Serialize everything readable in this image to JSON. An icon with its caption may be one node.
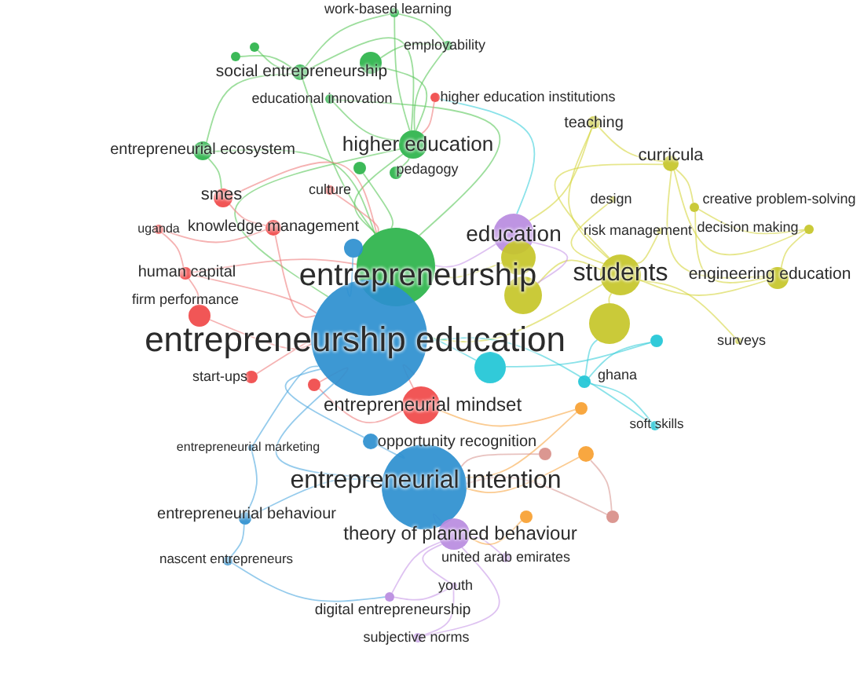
{
  "diagram": {
    "nodes": [
      {
        "text": [
          "work-based learning"
        ]
      },
      {
        "text": [
          "employability"
        ]
      },
      {
        "text": [
          "social entrepreneurship"
        ]
      },
      {
        "text": [
          "educational innovation"
        ]
      },
      {
        "text": [
          "higher education institutions"
        ]
      },
      {
        "text": [
          "higher education"
        ]
      },
      {
        "text": [
          "pedagogy"
        ]
      },
      {
        "text": [
          "entrepreneurial ecosystem"
        ]
      },
      {
        "text": [
          "teaching"
        ]
      },
      {
        "text": [
          "curricula"
        ]
      },
      {
        "text": [
          "culture"
        ]
      },
      {
        "text": [
          "smes"
        ]
      },
      {
        "text": [
          "design"
        ]
      },
      {
        "text": [
          "creative problem-solving"
        ]
      },
      {
        "text": [
          "risk management"
        ]
      },
      {
        "text": [
          "decision making"
        ]
      },
      {
        "text": [
          "uganda"
        ]
      },
      {
        "text": [
          "knowledge management"
        ]
      },
      {
        "text": [
          "education"
        ]
      },
      {
        "text": [
          "human capital"
        ]
      },
      {
        "text": [
          "entrepreneurship"
        ]
      },
      {
        "text": [
          "students"
        ]
      },
      {
        "text": [
          "engineering education"
        ]
      },
      {
        "text": [
          "firm performance"
        ]
      },
      {
        "text": [
          "entrepreneurship education"
        ]
      },
      {
        "text": [
          "surveys"
        ]
      },
      {
        "text": [
          "start-ups"
        ]
      },
      {
        "text": [
          "entrepreneurial mindset"
        ]
      },
      {
        "text": [
          "ghana"
        ]
      },
      {
        "text": [
          "entrepreneurial marketing"
        ]
      },
      {
        "text": [
          "opportunity recognition"
        ]
      },
      {
        "text": [
          "soft skills"
        ]
      },
      {
        "text": [
          "entrepreneurial intention"
        ]
      },
      {
        "text": [
          "entrepreneurial behaviour"
        ]
      },
      {
        "text": [
          "theory of planned behaviour"
        ]
      },
      {
        "text": [
          "united arab emirates"
        ]
      },
      {
        "text": [
          "nascent entrepreneurs"
        ]
      },
      {
        "text": [
          "youth"
        ]
      },
      {
        "text": [
          "digital entrepreneurship"
        ]
      },
      {
        "text": [
          "subjective norms"
        ]
      },
      {
        "text": [],
        "shape": "circle"
      },
      {
        "text": [],
        "shape": "circle"
      },
      {
        "text": [],
        "shape": "circle"
      },
      {
        "text": [],
        "shape": "circle"
      },
      {
        "text": [],
        "shape": "circle"
      },
      {
        "text": [],
        "shape": "circle"
      },
      {
        "text": [],
        "shape": "circle"
      },
      {
        "text": [],
        "shape": "circle"
      },
      {
        "text": [],
        "shape": "circle"
      },
      {
        "text": [],
        "shape": "circle"
      },
      {
        "text": [],
        "shape": "circle"
      },
      {
        "text": [],
        "shape": "circle"
      },
      {
        "text": [],
        "shape": "circle"
      },
      {
        "text": [],
        "shape": "circle"
      },
      {
        "text": [],
        "shape": "circle"
      },
      {
        "text": [],
        "shape": "circle"
      }
    ],
    "edges": [
      {
        "from": 0,
        "to": 1,
        "arrow": "none",
        "color": "#5cc85c"
      },
      {
        "from": 0,
        "to": 5,
        "arrow": "none",
        "color": "#5cc85c"
      },
      {
        "from": 1,
        "to": 5,
        "arrow": "none",
        "color": "#5cc85c"
      },
      {
        "from": 1,
        "to": 53,
        "arrow": "none",
        "color": "#5cc85c"
      },
      {
        "from": 2,
        "to": 7,
        "arrow": "none",
        "color": "#5cc85c"
      },
      {
        "from": 2,
        "to": 5,
        "arrow": "none",
        "color": "#5cc85c"
      },
      {
        "from": 2,
        "to": 20,
        "arrow": "none",
        "color": "#5cc85c"
      },
      {
        "from": 2,
        "to": 51,
        "arrow": "none",
        "color": "#5cc85c"
      },
      {
        "from": 2,
        "to": 52,
        "arrow": "none",
        "color": "#5cc85c"
      },
      {
        "from": 3,
        "to": 5,
        "arrow": "none",
        "color": "#5cc85c"
      },
      {
        "from": 3,
        "to": 20,
        "arrow": "none",
        "color": "#5cc85c"
      },
      {
        "from": 5,
        "to": 20,
        "arrow": "none",
        "color": "#5cc85c"
      },
      {
        "from": 5,
        "to": 24,
        "arrow": "none",
        "color": "#5cc85c"
      },
      {
        "from": 7,
        "to": 20,
        "arrow": "none",
        "color": "#5cc85c"
      },
      {
        "from": 7,
        "to": 11,
        "arrow": "none",
        "color": "#5cc85c"
      },
      {
        "from": 53,
        "to": 5,
        "arrow": "none",
        "color": "#5cc85c"
      },
      {
        "from": 55,
        "to": 20,
        "arrow": "none",
        "color": "#5cc85c"
      },
      {
        "from": 6,
        "to": 5,
        "arrow": "none",
        "color": "#5cc85c"
      },
      {
        "from": 0,
        "to": 2,
        "arrow": "none",
        "color": "#5cc85c"
      },
      {
        "from": 11,
        "to": 17,
        "arrow": "none",
        "color": "#ef7f7f"
      },
      {
        "from": 11,
        "to": 20,
        "arrow": "none",
        "color": "#ef7f7f"
      },
      {
        "from": 16,
        "to": 17,
        "arrow": "none",
        "color": "#ef7f7f"
      },
      {
        "from": 17,
        "to": 24,
        "arrow": "none",
        "color": "#ef7f7f"
      },
      {
        "from": 19,
        "to": 24,
        "arrow": "none",
        "color": "#ef7f7f"
      },
      {
        "from": 19,
        "to": 20,
        "arrow": "none",
        "color": "#ef7f7f"
      },
      {
        "from": 23,
        "to": 24,
        "arrow": "none",
        "color": "#ef7f7f"
      },
      {
        "from": 26,
        "to": 24,
        "arrow": "none",
        "color": "#ef7f7f"
      },
      {
        "from": 10,
        "to": 20,
        "arrow": "none",
        "color": "#ef7f7f"
      },
      {
        "from": 4,
        "to": 5,
        "arrow": "none",
        "color": "#ef7f7f"
      },
      {
        "from": 27,
        "to": 24,
        "arrow": "none",
        "color": "#ef7f7f"
      },
      {
        "from": 27,
        "to": 50,
        "arrow": "none",
        "color": "#ef7f7f"
      },
      {
        "from": 50,
        "to": 24,
        "arrow": "none",
        "color": "#ef7f7f"
      },
      {
        "from": 16,
        "to": 19,
        "arrow": "none",
        "color": "#ef7f7f"
      },
      {
        "from": 23,
        "to": 19,
        "arrow": "none",
        "color": "#ef7f7f"
      },
      {
        "from": 24,
        "to": 32,
        "arrow": "none",
        "color": "#4fa8e0"
      },
      {
        "from": 32,
        "to": 30,
        "arrow": "none",
        "color": "#4fa8e0"
      },
      {
        "from": 33,
        "to": 32,
        "arrow": "none",
        "color": "#4fa8e0"
      },
      {
        "from": 36,
        "to": 33,
        "arrow": "none",
        "color": "#4fa8e0"
      },
      {
        "from": 29,
        "to": 33,
        "arrow": "none",
        "color": "#4fa8e0"
      },
      {
        "from": 44,
        "to": 24,
        "arrow": "none",
        "color": "#4fa8e0"
      },
      {
        "from": 30,
        "to": 24,
        "arrow": "none",
        "color": "#4fa8e0"
      },
      {
        "from": 36,
        "to": 38,
        "arrow": "none",
        "color": "#4fa8e0"
      },
      {
        "from": 29,
        "to": 24,
        "arrow": "none",
        "color": "#4fa8e0"
      },
      {
        "from": 8,
        "to": 9,
        "arrow": "none",
        "color": "#d6d640"
      },
      {
        "from": 9,
        "to": 21,
        "arrow": "none",
        "color": "#d6d640"
      },
      {
        "from": 9,
        "to": 22,
        "arrow": "none",
        "color": "#d6d640"
      },
      {
        "from": 13,
        "to": 22,
        "arrow": "none",
        "color": "#d6d640"
      },
      {
        "from": 15,
        "to": 22,
        "arrow": "none",
        "color": "#d6d640"
      },
      {
        "from": 15,
        "to": 9,
        "arrow": "none",
        "color": "#d6d640"
      },
      {
        "from": 12,
        "to": 21,
        "arrow": "none",
        "color": "#d6d640"
      },
      {
        "from": 14,
        "to": 21,
        "arrow": "none",
        "color": "#d6d640"
      },
      {
        "from": 21,
        "to": 24,
        "arrow": "none",
        "color": "#d6d640"
      },
      {
        "from": 21,
        "to": 41,
        "arrow": "none",
        "color": "#d6d640"
      },
      {
        "from": 8,
        "to": 21,
        "arrow": "none",
        "color": "#d6d640"
      },
      {
        "from": 42,
        "to": 21,
        "arrow": "none",
        "color": "#d6d640"
      },
      {
        "from": 43,
        "to": 20,
        "arrow": "none",
        "color": "#d6d640"
      },
      {
        "from": 22,
        "to": 21,
        "arrow": "none",
        "color": "#d6d640"
      },
      {
        "from": 25,
        "to": 21,
        "arrow": "none",
        "color": "#d6d640"
      },
      {
        "from": 8,
        "to": 18,
        "arrow": "none",
        "color": "#d6d640"
      },
      {
        "from": 13,
        "to": 9,
        "arrow": "none",
        "color": "#d6d640"
      },
      {
        "from": 15,
        "to": 13,
        "arrow": "none",
        "color": "#d6d640"
      },
      {
        "from": 40,
        "to": 24,
        "arrow": "none",
        "color": "#3ccfdb"
      },
      {
        "from": 28,
        "to": 42,
        "arrow": "none",
        "color": "#3ccfdb"
      },
      {
        "from": 31,
        "to": 28,
        "arrow": "none",
        "color": "#3ccfdb"
      },
      {
        "from": 54,
        "to": 40,
        "arrow": "none",
        "color": "#3ccfdb"
      },
      {
        "from": 54,
        "to": 28,
        "arrow": "none",
        "color": "#3ccfdb"
      },
      {
        "from": 4,
        "to": 18,
        "arrow": "none",
        "color": "#3ccfdb"
      },
      {
        "from": 31,
        "to": 24,
        "arrow": "none",
        "color": "#3ccfdb"
      },
      {
        "from": 18,
        "to": 20,
        "arrow": "none",
        "color": "#c89ae8"
      },
      {
        "from": 18,
        "to": 41,
        "arrow": "none",
        "color": "#c89ae8"
      },
      {
        "from": 34,
        "to": 32,
        "arrow": "none",
        "color": "#c89ae8"
      },
      {
        "from": 35,
        "to": 34,
        "arrow": "none",
        "color": "#c89ae8"
      },
      {
        "from": 37,
        "to": 34,
        "arrow": "none",
        "color": "#c89ae8"
      },
      {
        "from": 38,
        "to": 34,
        "arrow": "none",
        "color": "#c89ae8"
      },
      {
        "from": 39,
        "to": 34,
        "arrow": "none",
        "color": "#c89ae8"
      },
      {
        "from": 38,
        "to": 37,
        "arrow": "none",
        "color": "#c89ae8"
      },
      {
        "from": 39,
        "to": 37,
        "arrow": "none",
        "color": "#c89ae8"
      },
      {
        "from": 45,
        "to": 32,
        "arrow": "none",
        "color": "#f8a848"
      },
      {
        "from": 47,
        "to": 32,
        "arrow": "none",
        "color": "#f8a848"
      },
      {
        "from": 49,
        "to": 34,
        "arrow": "none",
        "color": "#f8a848"
      },
      {
        "from": 45,
        "to": 27,
        "arrow": "none",
        "color": "#f8a848"
      },
      {
        "from": 46,
        "to": 32,
        "arrow": "none",
        "color": "#d99a94"
      },
      {
        "from": 48,
        "to": 32,
        "arrow": "none",
        "color": "#d99a94"
      },
      {
        "from": 48,
        "to": 47,
        "arrow": "none",
        "color": "#d99a94"
      }
    ]
  }
}
